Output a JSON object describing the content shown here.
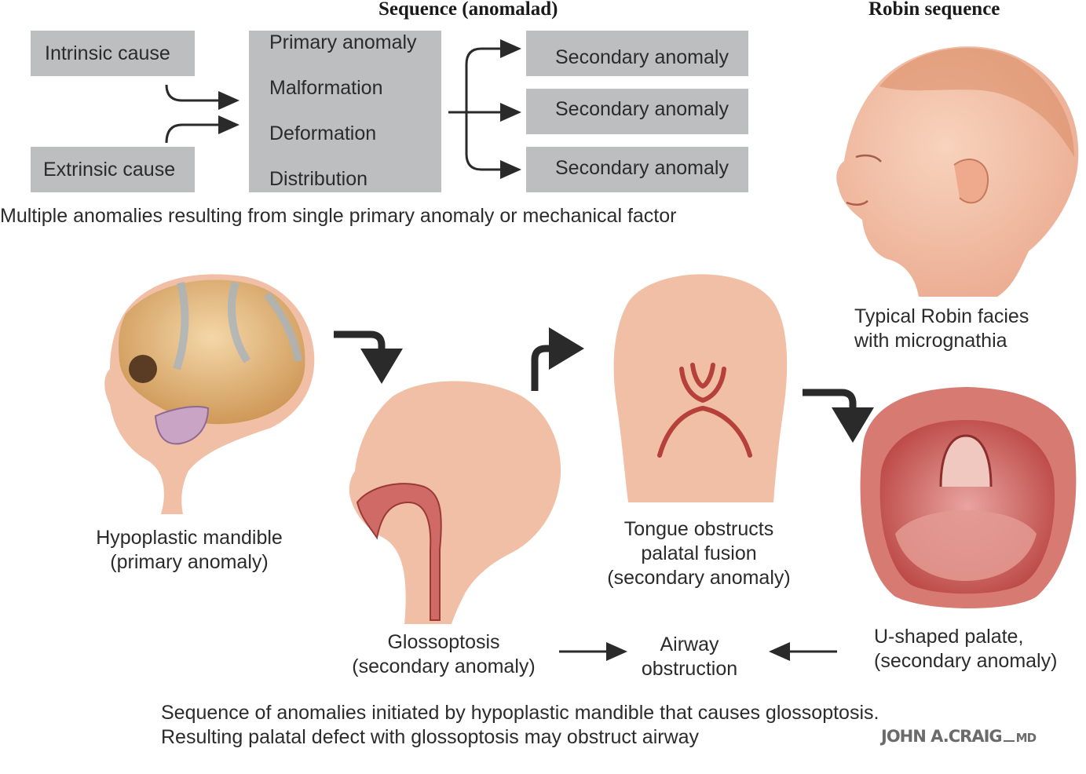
{
  "titles": {
    "sequence": "Sequence (anomalad)",
    "robin": "Robin sequence"
  },
  "flow": {
    "causes": [
      "Intrinsic cause",
      "Extrinsic cause"
    ],
    "primary_box": [
      "Primary anomaly",
      "Malformation",
      "Deformation",
      "Distribution"
    ],
    "secondary": [
      "Secondary anomaly",
      "Secondary anomaly",
      "Secondary anomaly"
    ],
    "definition": "Multiple anomalies resulting from single primary anomaly or mechanical factor"
  },
  "robin_facies": {
    "line1": "Typical Robin facies",
    "line2": "with micrognathia"
  },
  "stages": {
    "mandible": {
      "line1": "Hypoplastic mandible",
      "line2": "(primary anomaly)"
    },
    "glossoptosis": {
      "line1": "Glossoptosis",
      "line2": "(secondary anomaly)"
    },
    "tongue": {
      "line1": "Tongue obstructs",
      "line2": "palatal fusion",
      "line3": "(secondary anomaly)"
    },
    "palate": {
      "line1": "U-shaped palate,",
      "line2": "(secondary anomaly)"
    },
    "airway": {
      "line1": "Airway",
      "line2": "obstruction"
    }
  },
  "footer": {
    "line1": "Sequence of anomalies initiated by hypoplastic mandible that causes glossoptosis.",
    "line2": "Resulting palatal defect with glossoptosis may obstruct airway"
  },
  "signature": "JOHN A.CRAIG",
  "signature_suffix": "MD"
}
